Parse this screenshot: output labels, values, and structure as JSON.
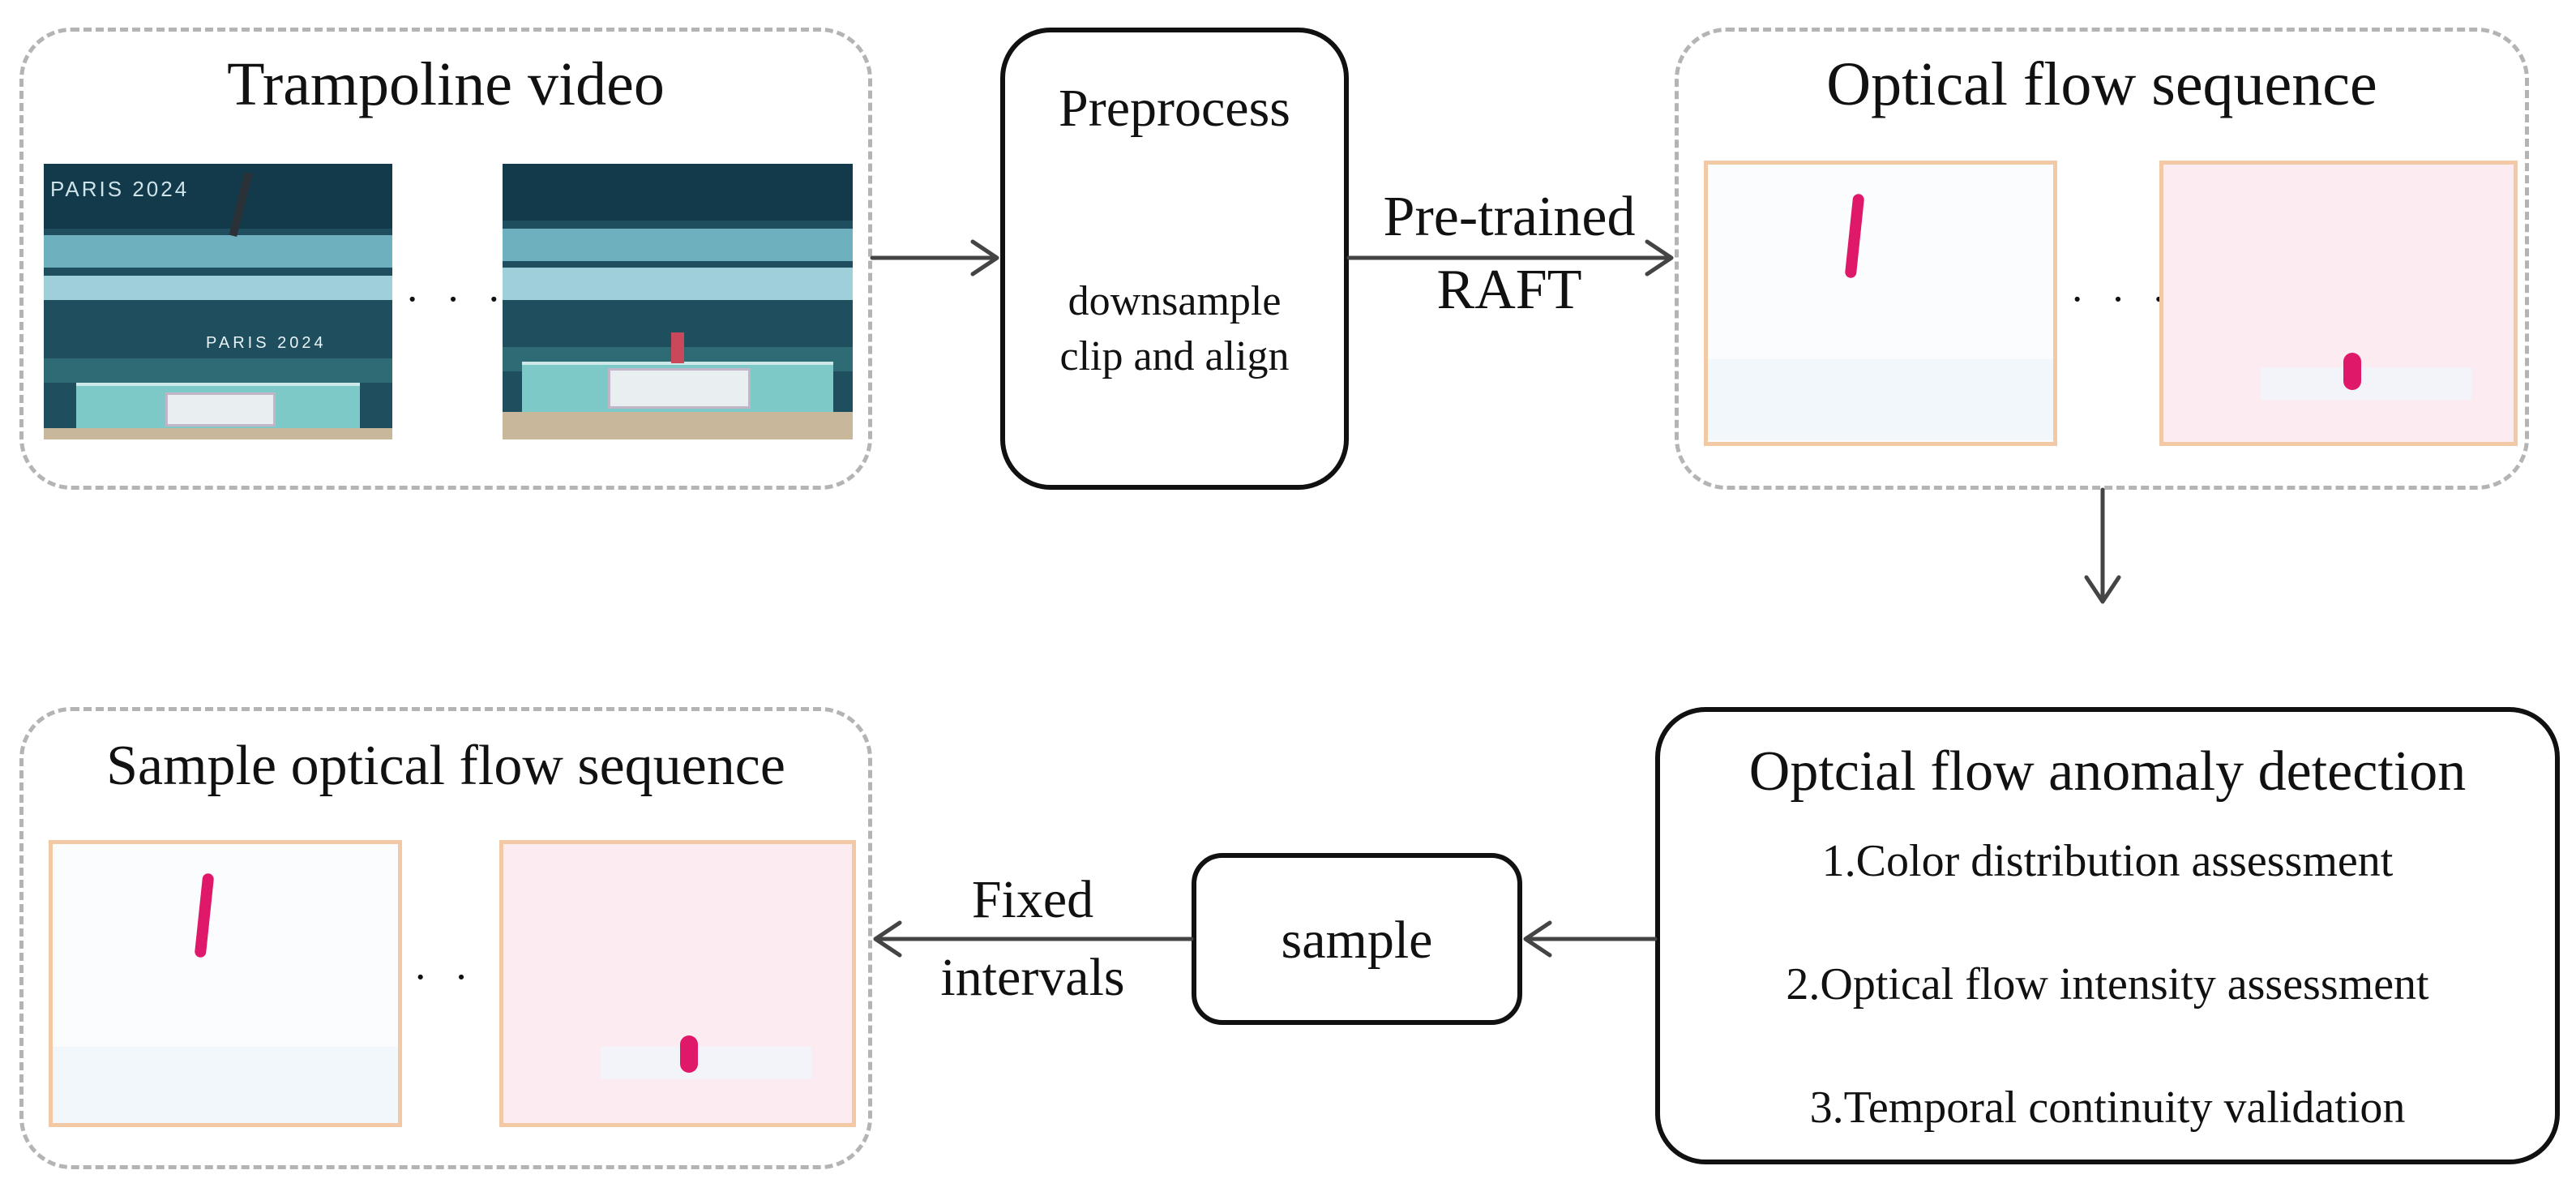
{
  "video_box": {
    "title": "Trampoline video",
    "dots": "· · ·"
  },
  "preprocess_box": {
    "title": "Preprocess",
    "line1": "downsample",
    "line2": "clip and align"
  },
  "raft_label": {
    "line1": "Pre-trained",
    "line2": "RAFT"
  },
  "flow_box": {
    "title": "Optical flow sequence",
    "dots": "· · ·"
  },
  "anomaly_box": {
    "title": "Optcial flow anomaly detection",
    "items": [
      "1.Color distribution assessment",
      "2.Optical flow intensity assessment",
      "3.Temporal continuity validation"
    ]
  },
  "sample_box": {
    "label": "sample"
  },
  "interval_label": {
    "line1": "Fixed",
    "line2": "intervals"
  },
  "sampled_box": {
    "title": "Sample optical flow sequence",
    "dots": "· · ·"
  },
  "video_frame_text": {
    "paris": "PARIS 2024",
    "banner": "PARIS 2024"
  },
  "colors": {
    "dashed_border": "#b4b4b4",
    "flow_frame_border": "#f2c9a4",
    "flow_pink": "#e0186a",
    "arrow": "#444444"
  }
}
